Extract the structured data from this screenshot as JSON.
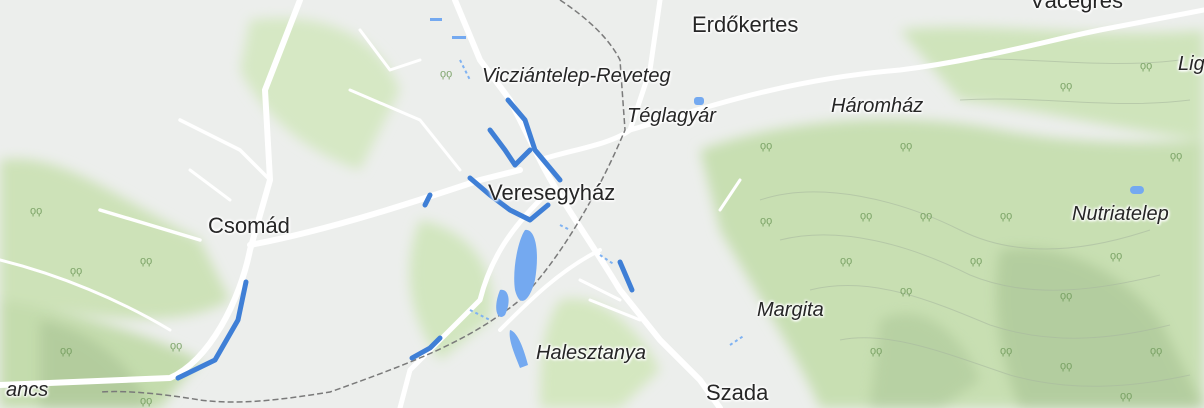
{
  "map": {
    "labels": {
      "erdokertes": "Erdőkertes",
      "vacegres": "Vácegres",
      "vicziantelep": "Vicziántelep-Reveteg",
      "teglagyar": "Téglagyár",
      "haromhaz": "Háromház",
      "lig": "Lig",
      "veresegyhaz": "Veresegyház",
      "csomad": "Csomád",
      "nutriatelep": "Nutriatelep",
      "margita": "Margita",
      "halesztanya": "Halesztanya",
      "szada": "Szada",
      "fancs": "ancs"
    },
    "colors": {
      "land": "#eef0ee",
      "forest": "#c9e0b4",
      "meadow": "#dcebcc",
      "road": "#ffffff",
      "water": "#6fa8f0",
      "highlight_route": "#3f7fd6",
      "rail": "#7a7a7a"
    }
  }
}
